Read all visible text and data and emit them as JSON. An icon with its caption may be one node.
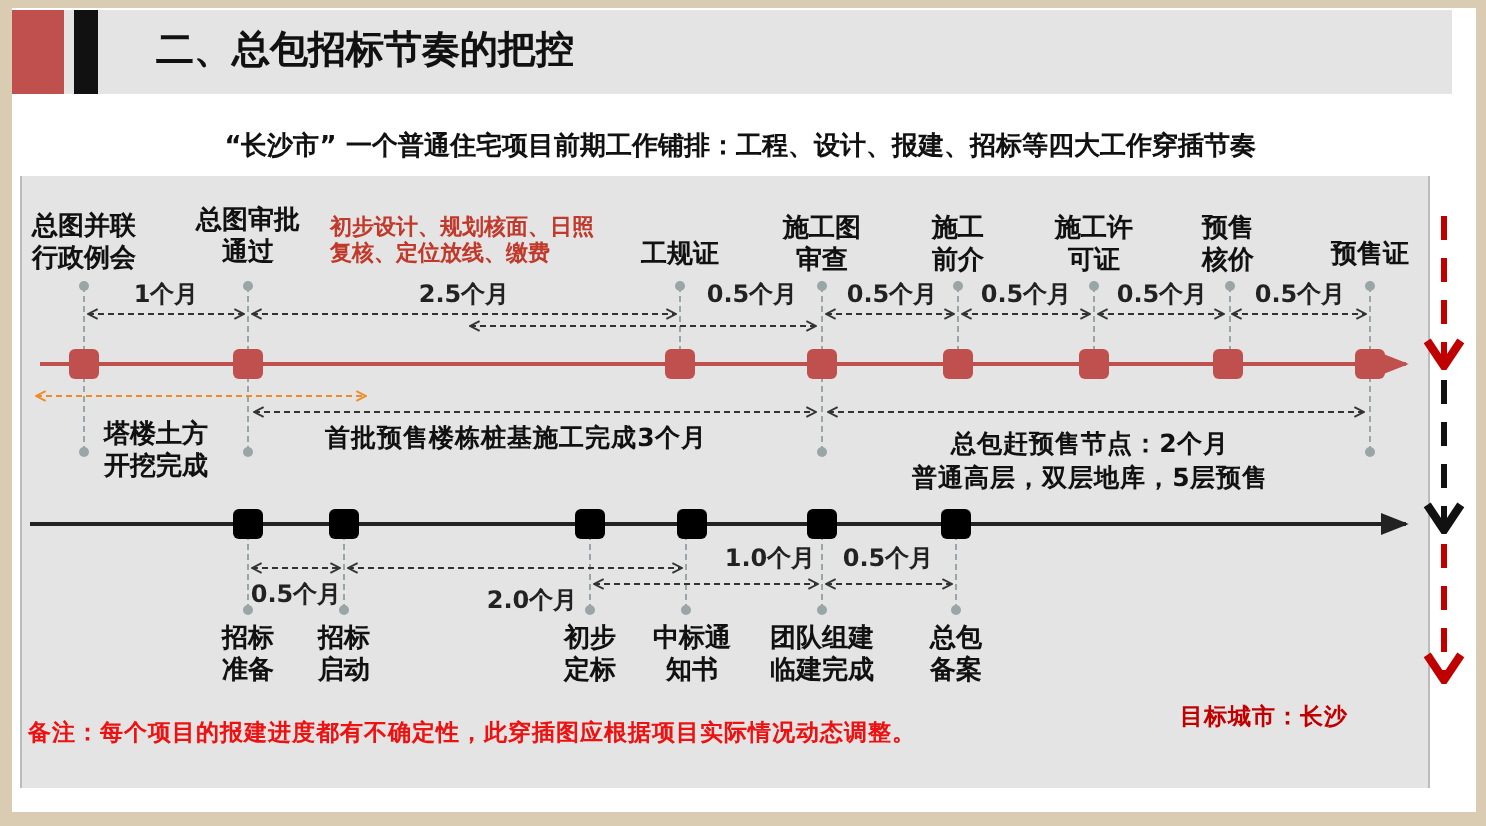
{
  "diagram": {
    "title": "二、总包招标节奏的把控",
    "nodes": [
      {
        "text": [
          "总图并联行政例会"
        ]
      },
      {
        "text": [
          "总图审批通过"
        ]
      },
      {
        "text": [
          "工规证"
        ]
      },
      {
        "text": [
          "施工图审查"
        ]
      },
      {
        "text": [
          "施工前介"
        ]
      },
      {
        "text": [
          "施工许可证"
        ]
      },
      {
        "text": [
          "预售核价"
        ]
      },
      {
        "text": [
          "预售证"
        ]
      },
      {
        "text": [
          "招标准备"
        ]
      },
      {
        "text": [
          "招标启动"
        ]
      },
      {
        "text": [
          "初步定标"
        ]
      },
      {
        "text": [
          "中标通知书"
        ]
      },
      {
        "text": [
          "团队组建临建完成"
        ]
      },
      {
        "text": [
          "总包备案"
        ]
      }
    ],
    "edges": [
      {
        "from": 0,
        "to": 1,
        "arrow": "both",
        "style": "dashed",
        "label": "1个月"
      },
      {
        "from": 1,
        "to": 2,
        "arrow": "both",
        "style": "dashed",
        "label": "2.5个月"
      },
      {
        "from": 3,
        "to": 4,
        "arrow": "both",
        "style": "dashed",
        "label": "0.5个月"
      },
      {
        "from": 4,
        "to": 5,
        "arrow": "both",
        "style": "dashed",
        "label": "0.5个月"
      },
      {
        "from": 5,
        "to": 6,
        "arrow": "both",
        "style": "dashed",
        "label": "0.5个月"
      },
      {
        "from": 6,
        "to": 7,
        "arrow": "both",
        "style": "dashed",
        "label": "0.5个月"
      },
      {
        "from": 8,
        "to": 9,
        "arrow": "both",
        "style": "dashed",
        "label": "0.5个月"
      },
      {
        "from": 9,
        "to": 11,
        "arrow": "both",
        "style": "dashed",
        "label": "2.0个月"
      },
      {
        "from": 10,
        "to": 12,
        "arrow": "both",
        "style": "dashed",
        "label": "1.0个月"
      },
      {
        "from": 12,
        "to": 13,
        "arrow": "both",
        "style": "dashed",
        "label": "0.5个月"
      }
    ],
    "labels": [
      "“长沙市” 一个普通住宅项目前期工作铺排：工程、设计、报建、招标等四大工作穿插节奏",
      "初步设计、规划核面、日照复核、定位放线、缴费",
      "0.5个月",
      "塔楼土方开挖完成",
      "首批预售楼栋桩基施工完成3个月",
      "总包赶预售节点：2个月",
      "普通高层，双层地库，5层预售",
      "备注：每个项目的报建进度都有不确定性，此穿插图应根据项目实际情况动态调整。",
      "目标城市：长沙"
    ]
  }
}
